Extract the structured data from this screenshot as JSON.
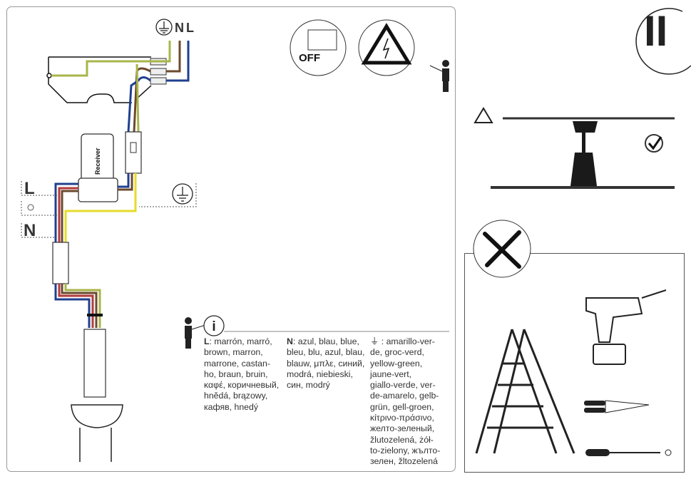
{
  "page_marker": "II",
  "supply_labels": {
    "earth": "⏚",
    "neutral": "N",
    "live": "L"
  },
  "receiver_label": "Receiver",
  "side_labels": {
    "live": "L",
    "neutral": "N"
  },
  "off_label": "OFF",
  "wire_colors": {
    "brown": "#6b4a2e",
    "blue": "#1f3f8f",
    "yellowgreen": "#a8b54a",
    "red": "#b23a3a",
    "yellow": "#e6dc2a"
  },
  "legend": {
    "live_key": "L",
    "live_text": ": marrón, marró, brown, marron, marrone, castan-ho, braun, bruin, καφέ, коричневый, hnědá, brązowy, кафяв, hnedý",
    "live_lines": [
      ": marrón, marró,",
      "brown, marron,",
      "marrone, castan-",
      "ho, braun, bruin,",
      "καφέ, коричневый,",
      "hnědá, brązowy,",
      "кафяв, hnedý"
    ],
    "neutral_key": "N",
    "neutral_lines": [
      ": azul, blau, blue,",
      "bleu, blu, azul, blau,",
      "blauw, μπλε, синий,",
      "modrá, niebieski,",
      "син, modrý"
    ],
    "earth_lines": [
      ": amarillo-ver-",
      "de, groc-verd,",
      "yellow-green,",
      "jaune-vert,",
      "giallo-verde, ver-",
      "de-amarelo, gelb-",
      "grün, gell-groen,",
      "κίτρινο-πράσινο,",
      "желто-зеленый,",
      "žlutozelená, żół-",
      "to-zielony, жълто-",
      "зелен, žltozelená"
    ]
  }
}
